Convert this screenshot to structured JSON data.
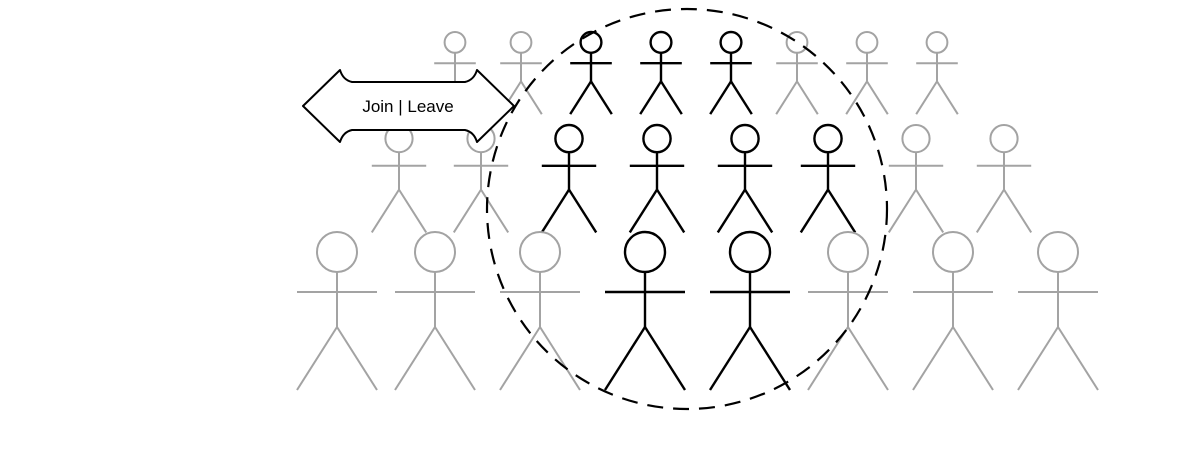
{
  "arrow": {
    "label": "Join | Leave"
  },
  "colors": {
    "outside_member": "#a3a3a3",
    "inside_member": "#000000",
    "background": "#ffffff"
  },
  "rows": [
    {
      "row": "back",
      "members": [
        "out",
        "out",
        "in",
        "in",
        "in",
        "out",
        "out",
        "out"
      ]
    },
    {
      "row": "middle",
      "members": [
        "out",
        "out",
        "in",
        "in",
        "in",
        "in",
        "out",
        "out"
      ]
    },
    {
      "row": "front",
      "members": [
        "out",
        "out",
        "out",
        "in",
        "in",
        "out",
        "out",
        "out"
      ]
    }
  ]
}
